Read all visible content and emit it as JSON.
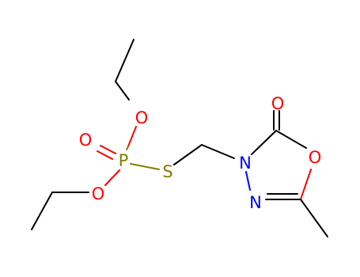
{
  "molecule": {
    "atoms": {
      "O1": "O",
      "O2": "O",
      "P": "P",
      "O3": "O",
      "S": "S",
      "N1": "N",
      "O4": "O",
      "O5": "O",
      "N2": "N"
    },
    "colors": {
      "carbon_bond": "#000000",
      "oxygen": "#ff0000",
      "phosphorus": "#808000",
      "sulfur": "#808000",
      "nitrogen": "#0000ff"
    }
  }
}
